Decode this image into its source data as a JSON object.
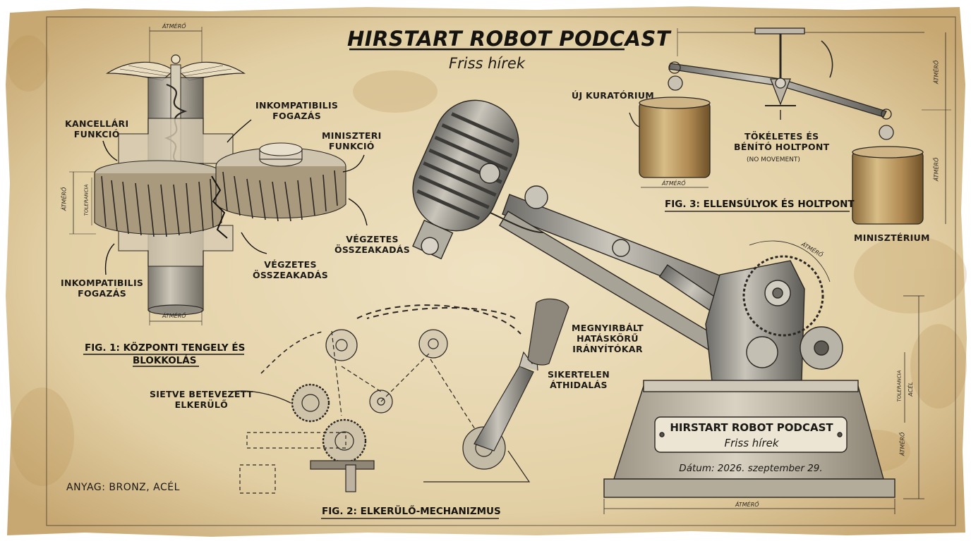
{
  "header": {
    "title": "HIRSTART ROBOT PODCAST",
    "subtitle": "Friss hírek"
  },
  "fig1": {
    "caption_line1": "FIG. 1: KÖZPONTI TENGELY ÉS",
    "caption_line2": "BLOKKOLÁS",
    "labels": {
      "kancellari": "KANCELLÁRI\nFUNKCIÓ",
      "inkompat_top": "INKOMPATIBILIS\nFOGAZÁS",
      "miniszteri": "MINISZTERI\nFUNKCIÓ",
      "vegzetes_right": "VÉGZETES\nÖSSZEAKADÁS",
      "vegzetes_bottom": "VÉGZETES\nÖSSZEAKADÁS",
      "inkompat_bottom": "INKOMPATIBILIS\nFOGAZÁS"
    },
    "dims": {
      "atmero_top": "ÁTMÉRŐ",
      "atmero_bottom": "ÁTMÉRŐ",
      "atmero_side": "ÁTMÉRŐ",
      "tolerancia": "TOLERANCIA"
    }
  },
  "fig2": {
    "caption": "FIG. 2: ELKERÜLŐ-MECHANIZMUS",
    "labels": {
      "sietve": "SIETVE BETEVEZETT\nELKERÜLŐ",
      "megnyirbalt": "MEGNYIRBÁLT\nHATÁSKÖRŰ\nIRÁNYÍTÓKAR",
      "sikertelen": "SIKERTELEN\nÁTHIDALÁS"
    }
  },
  "fig3": {
    "caption": "FIG. 3: ELLENSÚLYOK ÉS HOLTPONT",
    "labels": {
      "uj_kuratorium": "ÚJ KURATÓRIUM",
      "tokeletes": "TÖKÉLETES ÉS\nBÉNÍTÓ HOLTPONT",
      "no_movement": "(NO MOVEMENT)",
      "miniszterium": "MINISZTÉRIUM"
    },
    "dims": {
      "atmero_weight": "ÁTMÉRŐ",
      "atmero_r1": "ÁTMÉRŐ",
      "atmero_r2": "ÁTMÉRŐ"
    }
  },
  "base": {
    "plate_title": "HIRSTART ROBOT PODCAST",
    "plate_subtitle": "Friss hírek",
    "plate_date": "Dátum: 2026. szeptember 29.",
    "dims": {
      "atmero_bottom": "ÁTMÉRŐ",
      "atmero_side": "ÁTMÉRŐ",
      "atmero_gear": "ÁTMÉRŐ",
      "tolerancia": "TOLERANCIA",
      "acel": "ACÉL"
    }
  },
  "material": "ANYAG: BRONZ, ACÉL",
  "colors": {
    "paper": "#eadcb8",
    "paper_stain": "#c9a66b",
    "ink": "#1c1a17",
    "brass": "#b8945a"
  }
}
